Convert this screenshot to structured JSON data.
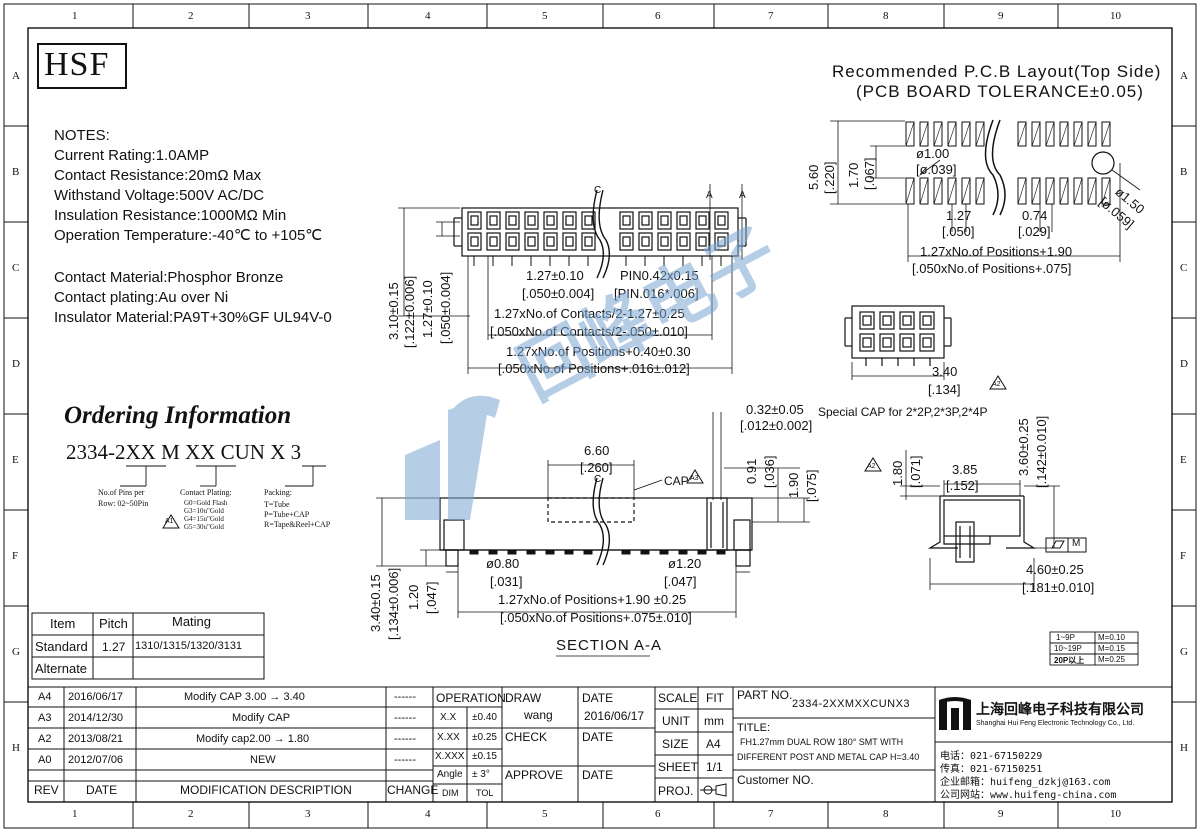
{
  "grid": {
    "cols": [
      "1",
      "2",
      "3",
      "4",
      "5",
      "6",
      "7",
      "8",
      "9",
      "10"
    ],
    "rows": [
      "A",
      "B",
      "C",
      "D",
      "E",
      "F",
      "G",
      "H"
    ]
  },
  "logo": {
    "text": "HSF"
  },
  "pcb": {
    "title": "Recommended P.C.B Layout(Top Side)",
    "tolerance": "(PCB BOARD TOLERANCE±0.05)",
    "d1": "ø1.00",
    "d1i": "[ø.039]",
    "d2": "ø1.50",
    "d2i": "[ø.059]",
    "h1": "5.60",
    "h1i": "[.220]",
    "h2": "1.70",
    "h2i": "[.067]",
    "p1": "1.27",
    "p1i": "[.050]",
    "p2": "0.74",
    "p2i": "[.029]",
    "w": "1.27xNo.of Positions+1.90",
    "wi": "[.050xNo.of Positions+.075]"
  },
  "notes": {
    "heading": "NOTES:",
    "lines": [
      "Current Rating:1.0AMP",
      "Contact Resistance:20mΩ Max",
      "Withstand Voltage:500V AC/DC",
      "Insulation Resistance:1000MΩ Min",
      "Operation Temperature:-40℃ to +105℃"
    ],
    "materials": [
      "Contact Material:Phosphor Bronze",
      "Contact plating:Au over Ni",
      "Insulator Material:PA9T+30%GF UL94V-0"
    ]
  },
  "top_view": {
    "section_c": "C",
    "section_a1": "A",
    "section_a2": "A",
    "d1": "3.10±0.15",
    "d1i": "[.122±0.006]",
    "d2": "1.27±0.10",
    "d2i": "[.050±0.004]",
    "pitch": "1.27±0.10",
    "pitchi": "[.050±0.004]",
    "pin": "PIN0.42x0.15",
    "pini": "[PIN.016*.006]",
    "c1": "1.27xNo.of Contacts/2-1.27±0.25",
    "c1i": "[.050xNo.of Contacts/2-.050±.010]",
    "c2": "1.27xNo.of Positions+0.40±0.30",
    "c2i": "[.050xNo.of Positions+.016±.012]"
  },
  "ordering": {
    "title": "Ordering Information",
    "code": [
      "2334-2",
      "XX",
      "M",
      "XX",
      "CUN",
      "X",
      "3"
    ],
    "pos_label1": "No.of Pins per",
    "pos_label2": "Row: 02~50Pin",
    "plating_title": "Contact Plating:",
    "plating": [
      "G0=Gold Flash",
      "G3=10u\"Gold",
      "G4=15u\"Gold",
      "G5=30u\"Gold"
    ],
    "packing_title": "Packing:",
    "packing": [
      "T=Tube",
      "P=Tube+CAP",
      "R=Tape&Reel+CAP"
    ],
    "rev_mark": "A1"
  },
  "section": {
    "title": "SECTION A-A",
    "c": "C",
    "cap_label": "CAP",
    "cap_mark": "A3",
    "w": "6.60",
    "wi": "[.260]",
    "t": "0.32±0.05",
    "ti": "[.012±0.002]",
    "h1": "0.91",
    "h1i": "[.036]",
    "h2": "1.90",
    "h2i": "[.075]",
    "post1": "ø0.80",
    "post1i": "[.031]",
    "post2": "ø1.20",
    "post2i": "[.047]",
    "v1": "3.40±0.15",
    "v1i": "[.134±0.006]",
    "v2": "1.20",
    "v2i": "[.047]",
    "len": "1.27xNo.of Positions+1.90 ±0.25",
    "leni": "[.050xNo.of Positions+.075±.010]"
  },
  "special_cap": {
    "w": "3.40",
    "wi": "[.134]",
    "mark": "A2",
    "label": "Special CAP for 2*2P,2*3P,2*4P"
  },
  "side_view": {
    "mark": "A2",
    "h1": "1.80",
    "h1i": "[.071]",
    "w1": "3.85",
    "w1i": "[.152]",
    "h2": "3.60±0.25",
    "h2i": "[.142±0.010]",
    "w2": "4.60±0.25",
    "w2i": "[.181±0.010]",
    "flat": "M"
  },
  "mating": {
    "headers": [
      "Item",
      "Pitch",
      "Mating"
    ],
    "rows": [
      [
        "Standard",
        "1.27",
        "1310/1315/1320/3131"
      ],
      [
        "Alternate",
        "",
        ""
      ]
    ]
  },
  "flatness": {
    "rows": [
      [
        "1~9P",
        "M=0.10"
      ],
      [
        "10~19P",
        "M=0.15"
      ],
      [
        "20P以上",
        "M=0.25"
      ]
    ]
  },
  "revisions": {
    "rows": [
      [
        "A4",
        "2016/06/17",
        "Modify CAP 3.00 → 3.40",
        "------"
      ],
      [
        "A3",
        "2014/12/30",
        "Modify CAP",
        "------"
      ],
      [
        "A2",
        "2013/08/21",
        "Modify cap2.00 → 1.80",
        "------"
      ],
      [
        "A0",
        "2012/07/06",
        "NEW",
        "------"
      ]
    ],
    "headers": [
      "REV",
      "DATE",
      "MODIFICATION DESCRIPTION",
      "CHANGE"
    ]
  },
  "tolerance": {
    "title": "OPERATION",
    "rows": [
      [
        "X.X",
        "±0.40"
      ],
      [
        "X.XX",
        "±0.25"
      ],
      [
        "X.XXX",
        "±0.15"
      ],
      [
        "Angle",
        "± 3°"
      ]
    ],
    "footer": [
      "DIM",
      "TOL"
    ]
  },
  "titleblock": {
    "draw": "DRAW",
    "drawer": "wang",
    "date": "DATE",
    "date_val": "2016/06/17",
    "check": "CHECK",
    "check_date": "DATE",
    "approve": "APPROVE",
    "approve_date": "DATE",
    "scale": "SCALE",
    "scale_val": "FIT",
    "unit": "UNIT",
    "unit_val": "mm",
    "size": "SIZE",
    "size_val": "A4",
    "sheet": "SHEET",
    "sheet_val": "1/1",
    "proj": "PROJ.",
    "part_no_label": "PART NO.",
    "part_no": "2334-2XXMXXCUNX3",
    "title_label": "TITLE:",
    "title_1": "FH1.27mm DUAL ROW 180° SMT WITH",
    "title_2": "DIFFERENT POST AND METAL CAP H=3.40",
    "customer": "Customer NO.",
    "company_cn": "上海回峰电子科技有限公司",
    "company_en": "Shanghai Hui Feng Electronic Technology Co., Ltd.",
    "tel": "电话：021-67150229",
    "fax": "传真：021-67150251",
    "email": "企业邮箱：huifeng_dzkj@163.com",
    "web": "公司网站：www.huifeng-china.com"
  },
  "watermark": {
    "text": "回峰电子"
  }
}
